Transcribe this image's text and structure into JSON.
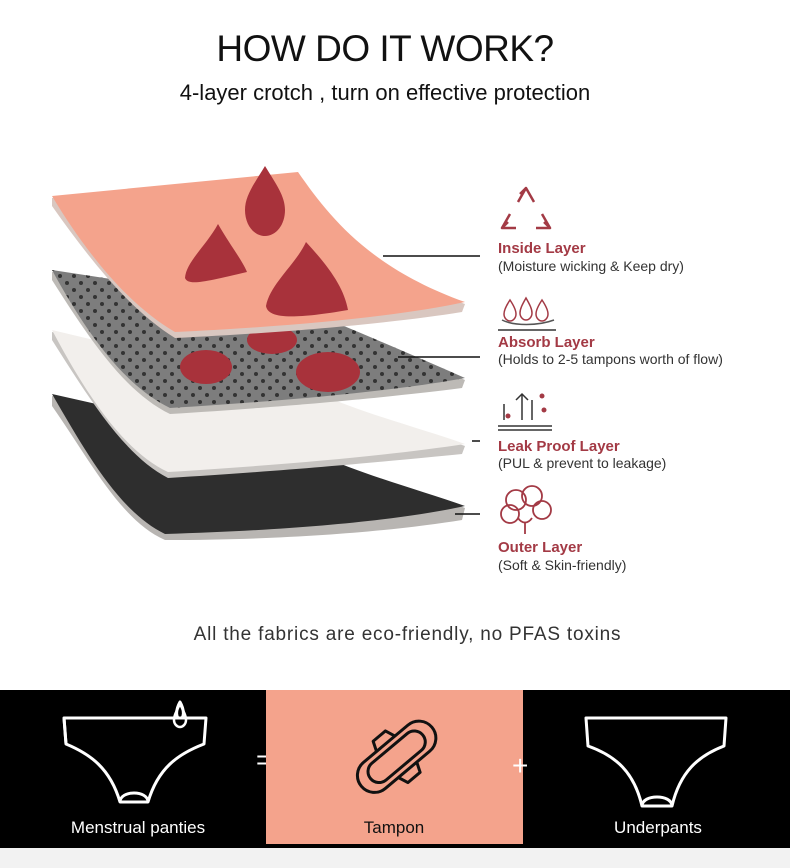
{
  "header": {
    "title": "HOW DO IT WORK?",
    "subtitle": "4-layer crotch , turn on effective protection"
  },
  "layers": [
    {
      "name": "Inside Layer",
      "desc": "(Moisture wicking & Keep dry)",
      "icon": "recycle-icon",
      "color": "#f4a38c"
    },
    {
      "name": "Absorb Layer",
      "desc": "(Holds to 2-5 tampons worth of flow)",
      "icon": "drops-absorb-icon",
      "color": "#7d7d7d"
    },
    {
      "name": "Leak Proof Layer",
      "desc": "(PUL & prevent to leakage)",
      "icon": "leak-proof-icon",
      "color": "#f2efec"
    },
    {
      "name": "Outer Layer",
      "desc": "(Soft & Skin-friendly)",
      "icon": "cotton-icon",
      "color": "#2e2e2e"
    }
  ],
  "eco_note": "All the fabrics are eco-friendly, no PFAS toxins",
  "equation": {
    "left": "Menstrual panties",
    "equals": "=",
    "middle": "Tampon",
    "plus": "+",
    "right": "Underpants"
  },
  "colors": {
    "accent": "#a33a45",
    "blood": "#a8323b",
    "tampon_bg": "#f4a38c"
  }
}
